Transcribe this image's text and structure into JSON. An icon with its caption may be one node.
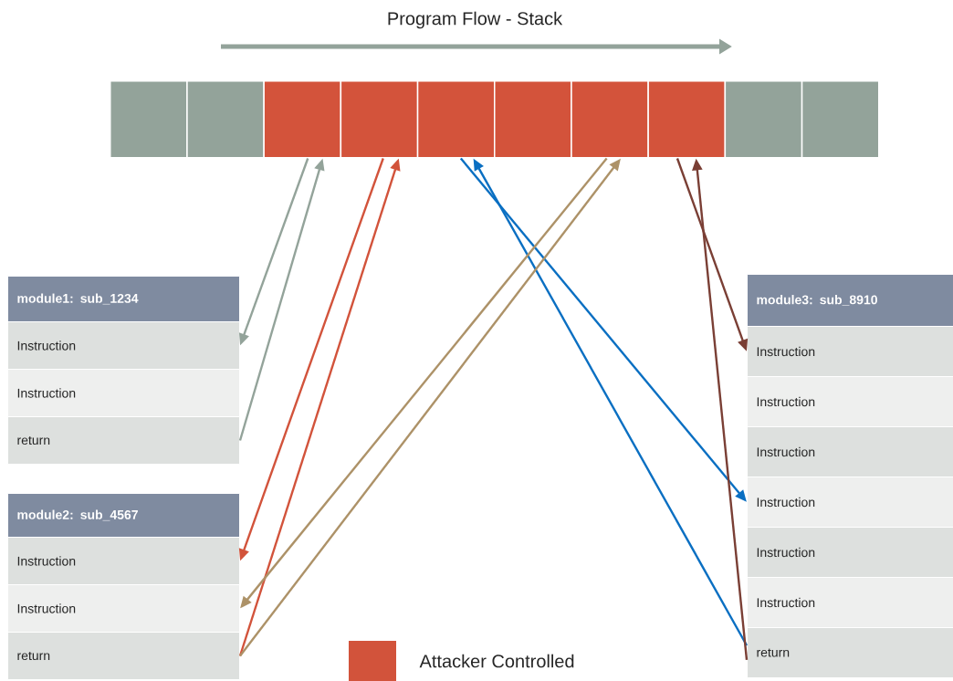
{
  "diagram": {
    "title": "Program Flow - Stack",
    "nodes": [
      {
        "text": [],
        "shape": "box"
      },
      {
        "text": [],
        "shape": "box"
      },
      {
        "text": [],
        "shape": "box"
      },
      {
        "text": [],
        "shape": "box"
      },
      {
        "text": [],
        "shape": "box"
      },
      {
        "text": [],
        "shape": "box"
      },
      {
        "text": [],
        "shape": "box"
      },
      {
        "text": [],
        "shape": "box"
      },
      {
        "text": [],
        "shape": "box"
      },
      {
        "text": [],
        "shape": "box"
      },
      {
        "text": [
          "module1: sub_1234"
        ]
      },
      {
        "text": [
          "Instruction"
        ]
      },
      {
        "text": [
          "Instruction"
        ]
      },
      {
        "text": [
          "return"
        ]
      },
      {
        "text": [
          "module2: sub_4567"
        ]
      },
      {
        "text": [
          "Instruction"
        ]
      },
      {
        "text": [
          "Instruction"
        ]
      },
      {
        "text": [
          "return"
        ]
      },
      {
        "text": [
          "module3: sub_8910"
        ]
      },
      {
        "text": [
          "Instruction"
        ]
      },
      {
        "text": [
          "Instruction"
        ]
      },
      {
        "text": [
          "Instruction"
        ]
      },
      {
        "text": [
          "Instruction"
        ]
      },
      {
        "text": [
          "Instruction"
        ]
      },
      {
        "text": [
          "Instruction"
        ]
      },
      {
        "text": [
          "return"
        ]
      }
    ],
    "edges": [
      {
        "from": 2,
        "to": 11,
        "arrow": "to",
        "color": "#93a39a"
      },
      {
        "from": 13,
        "to": 2,
        "arrow": "to",
        "color": "#93a39a"
      },
      {
        "from": 3,
        "to": 15,
        "arrow": "to",
        "color": "#d2533b"
      },
      {
        "from": 17,
        "to": 3,
        "arrow": "to",
        "color": "#d2533b"
      },
      {
        "from": 4,
        "to": 22,
        "arrow": "to",
        "color": "#0a6fc2"
      },
      {
        "from": 25,
        "to": 4,
        "arrow": "to",
        "color": "#0a6fc2"
      },
      {
        "from": 6,
        "to": 16,
        "arrow": "to",
        "color": "#ad9268"
      },
      {
        "from": 17,
        "to": 6,
        "arrow": "to",
        "color": "#ad9268"
      },
      {
        "from": 7,
        "to": 19,
        "arrow": "to",
        "color": "#7a3f35"
      },
      {
        "from": 25,
        "to": 7,
        "arrow": "to",
        "color": "#7a3f35"
      }
    ],
    "legend": [
      {
        "text": "Attacker Controlled",
        "color": "#d2533b"
      }
    ]
  }
}
